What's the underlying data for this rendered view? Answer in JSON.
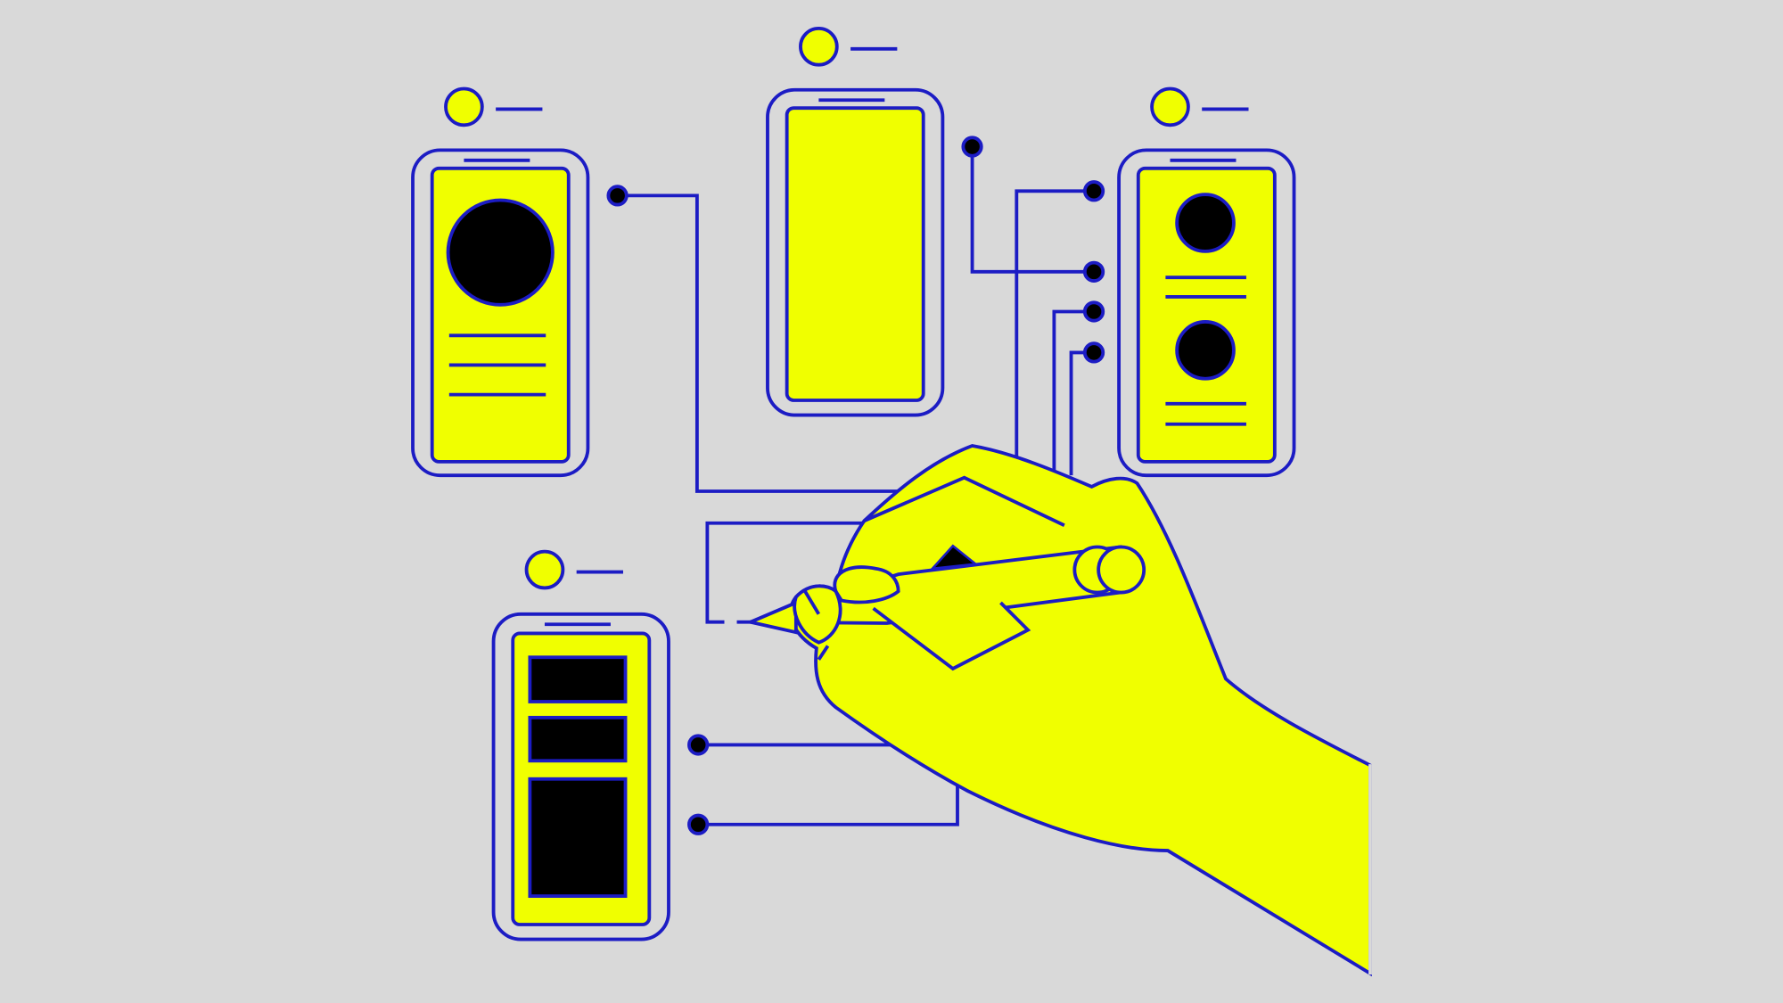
{
  "illustration": {
    "subject": "hand-drawing-app-wireframes",
    "colors": {
      "background": "#d9d9d9",
      "yellow": "#f0ff00",
      "line": "#1c1cc4",
      "fill_dark": "#000000"
    },
    "phones": [
      {
        "layout": "avatar-with-text-lines"
      },
      {
        "layout": "blank-screen"
      },
      {
        "layout": "two-avatars-with-text-lines"
      },
      {
        "layout": "stacked-blocks"
      }
    ]
  }
}
